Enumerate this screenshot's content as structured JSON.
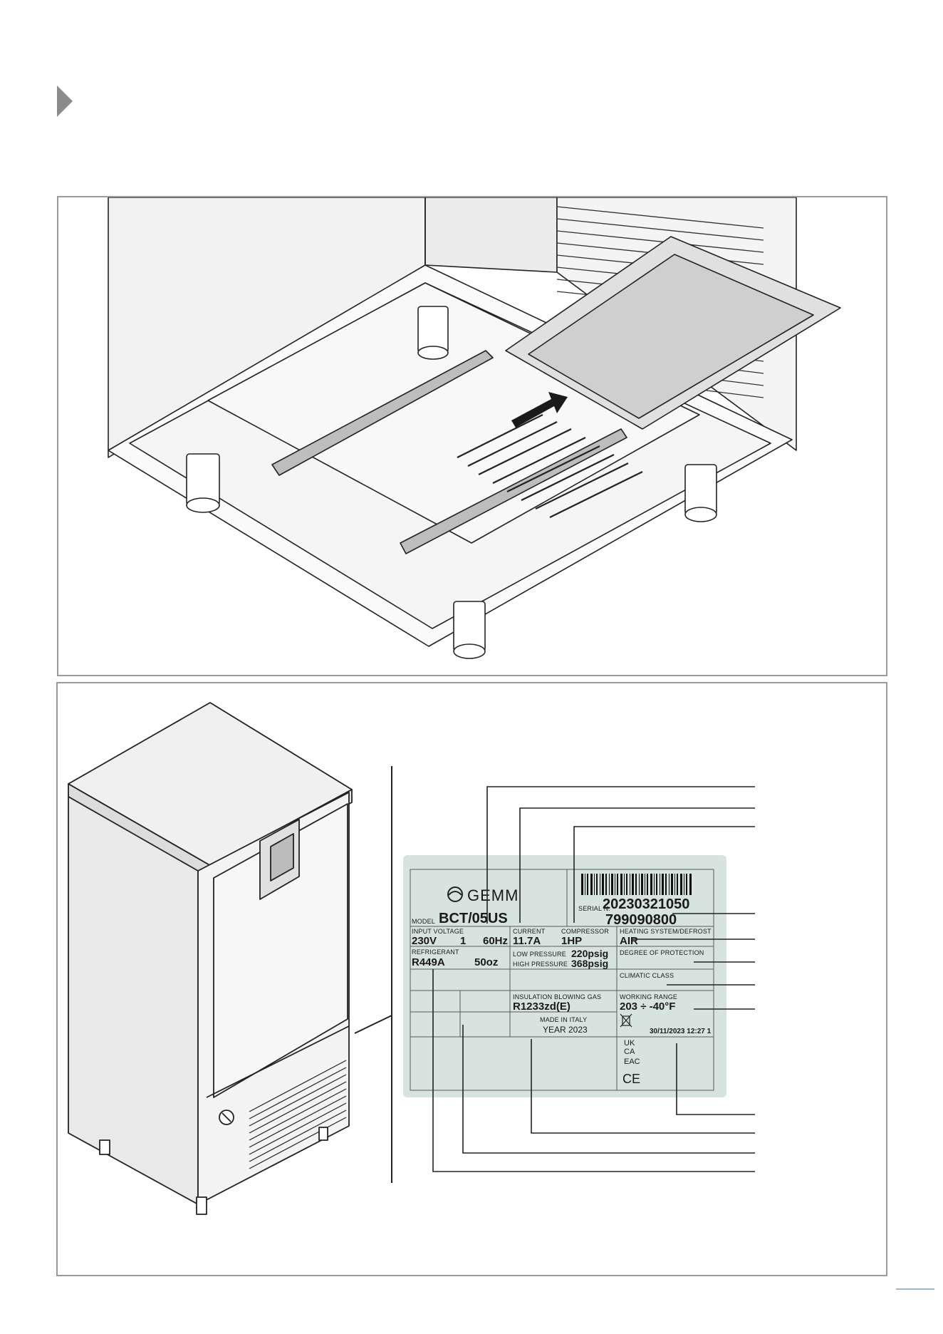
{
  "nameplate": {
    "brand": "GEMM",
    "serial_caption": "SERIAL N.",
    "serial_number": "20230321050",
    "model_caption": "MODEL",
    "model_value": "BCT/05US",
    "code": "799090800",
    "input_voltage_caption": "INPUT VOLTAGE",
    "voltage": "230V",
    "phase": "1",
    "frequency": "60Hz",
    "current_caption": "CURRENT",
    "current": "11.7A",
    "compressor_caption": "COMPRESSOR",
    "compressor": "1HP",
    "heating_caption": "HEATING SYSTEM/DEFROST",
    "heating": "AIR",
    "refrigerant_caption": "REFRIGERANT",
    "refrigerant": "R449A",
    "refrigerant_charge": "50oz",
    "low_pressure_caption": "LOW PRESSURE",
    "low_pressure": "220psig",
    "high_pressure_caption": "HIGH PRESSURE",
    "high_pressure": "368psig",
    "protection_caption": "DEGREE OF PROTECTION",
    "climatic_caption": "CLIMATIC CLASS",
    "insulation_caption": "INSULATION BLOWING GAS",
    "insulation": "R1233zd(E)",
    "working_caption": "WORKING RANGE",
    "working_range": "203 ÷ -40°F",
    "made_in": "MADE IN ITALY",
    "year": "YEAR 2023",
    "timestamp": "30/11/2023  12:27 1",
    "mark_ukca_1": "UK",
    "mark_ukca_2": "CA",
    "mark_eac": "EAC",
    "mark_ce": "CE"
  }
}
